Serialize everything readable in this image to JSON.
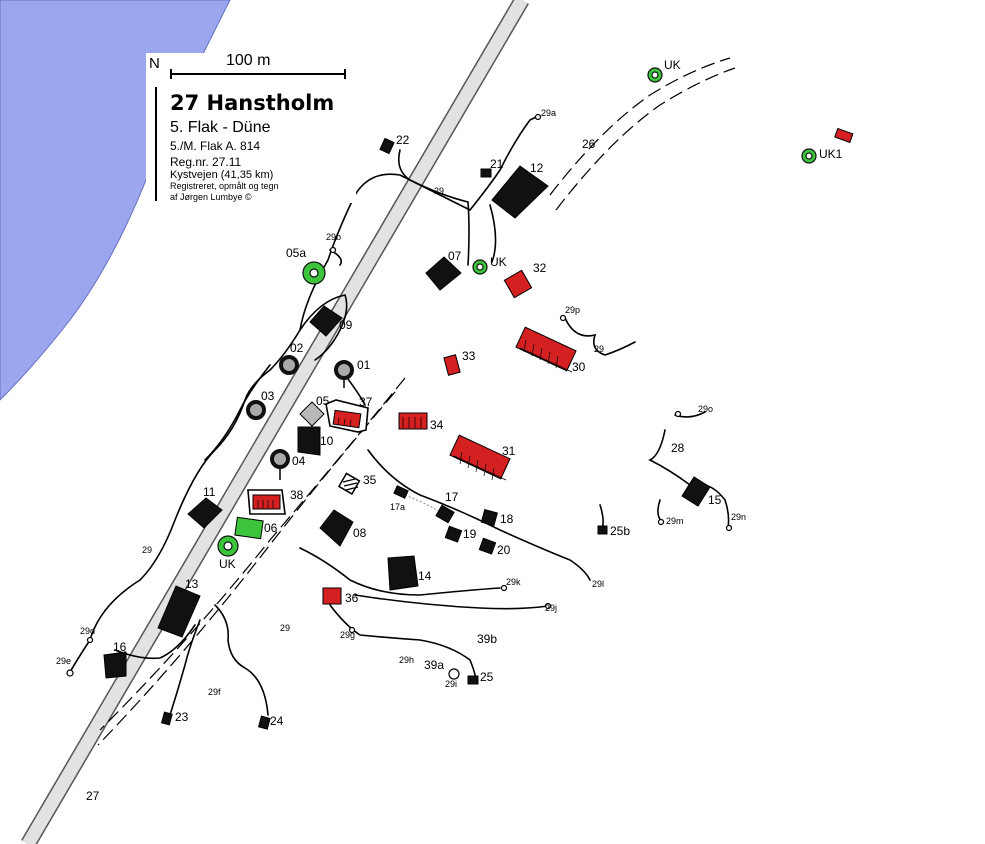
{
  "legend": {
    "north": "N",
    "scale": "100 m",
    "title": "27 Hanstholm",
    "subtitle": "5. Flak - Düne",
    "unit": "5./M. Flak A. 814",
    "regnr": "Reg.nr. 27.11",
    "road": "Kystvejen (41,35 km)",
    "credit1": "Registreret, opmålt og tegn",
    "credit2": "af Jørgen Lumbye ©"
  },
  "colors": {
    "sea": "#9ba6ee",
    "bunker": "#111111",
    "red_structure": "#d42020",
    "green_ring": "#3cc43c",
    "road": "#e2e2e2"
  },
  "labels": {
    "l22": "22",
    "l21": "21",
    "l12": "12",
    "l26": "26",
    "l29a": "29a",
    "l29_top": "29",
    "l29b": "29b",
    "l05a": "05a",
    "l07": "07",
    "lUK1": "UK",
    "l32": "32",
    "lUKtop": "UK",
    "lUK1r": "UK1",
    "l09": "09",
    "l02": "02",
    "l01": "01",
    "l29p": "29p",
    "l29_30": "29",
    "l33": "33",
    "l30": "30",
    "l03": "03",
    "l05": "05",
    "l37": "37",
    "l34": "34",
    "l10": "10",
    "l31": "31",
    "l29o": "29o",
    "l28": "28",
    "l04": "04",
    "l35": "35",
    "l11": "11",
    "l38": "38",
    "l17": "17",
    "l17a": "17a",
    "l18": "18",
    "l15": "15",
    "l06": "06",
    "l08": "08",
    "l19": "19",
    "l20": "20",
    "l25b": "25b",
    "l29m": "29m",
    "l29n": "29n",
    "l29_left": "29",
    "lUKbot": "UK",
    "l14": "14",
    "l29k": "29k",
    "l29l": "29l",
    "l13": "13",
    "l36": "36",
    "l29j": "29j",
    "l29d": "29d",
    "l29_mid": "29",
    "l29g": "29g",
    "l39b": "39b",
    "l16": "16",
    "l29e": "29e",
    "l29h": "29h",
    "l39a": "39a",
    "l29i": "29i",
    "l25": "25",
    "l29f": "29f",
    "l23": "23",
    "l24": "24",
    "l27": "27"
  }
}
